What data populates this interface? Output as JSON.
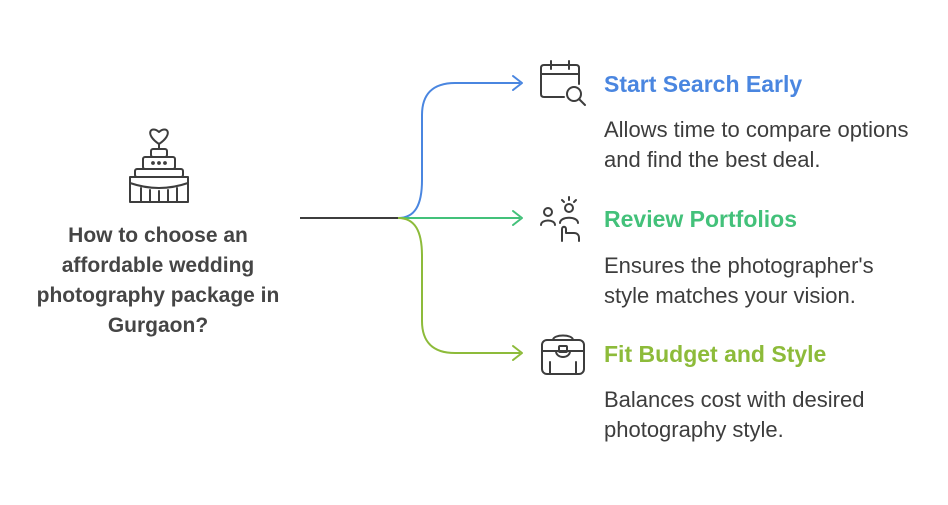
{
  "question": "How to choose an affordable wedding photography package in Gurgaon?",
  "central_icon": "wedding-cake-icon",
  "branches": [
    {
      "title": "Start Search Early",
      "description": "Allows time to compare options and find the best deal.",
      "icon": "calendar-search-icon",
      "color": "#4a86e0"
    },
    {
      "title": "Review Portfolios",
      "description": "Ensures the photographer's style matches your vision.",
      "icon": "review-people-icon",
      "color": "#43c17a"
    },
    {
      "title": "Fit Budget and Style",
      "description": "Balances cost with desired photography style.",
      "icon": "camera-bag-icon",
      "color": "#8dbb3a"
    }
  ],
  "colors": {
    "trunk": "#3d3d3d",
    "text": "#3d3d3d"
  }
}
